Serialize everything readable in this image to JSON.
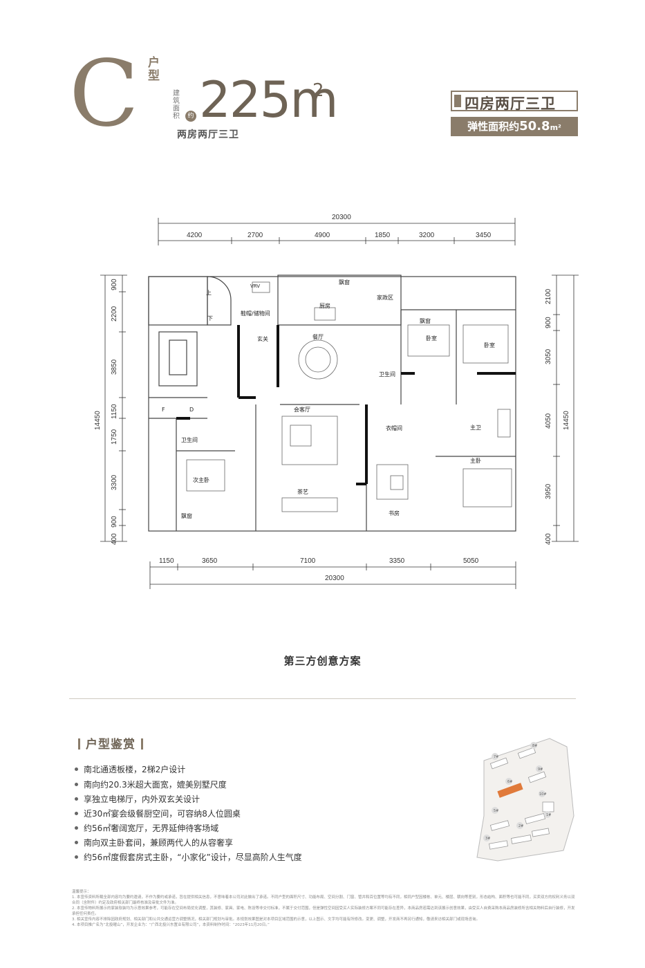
{
  "header": {
    "type_letter": "C",
    "type_label": "户型",
    "area_label": "建筑面积",
    "approx_label": "约",
    "area_value": "225m",
    "area_sup": "2",
    "original_layout": "两房两厅三卫",
    "rooms_layout": "四房两厅三卫",
    "flex_label": "弹性面积约",
    "flex_value": "50.8",
    "flex_unit": "m²"
  },
  "dimensions": {
    "top_total": "20300",
    "top_segments": [
      "4200",
      "2700",
      "4900",
      "1850",
      "3200",
      "3450"
    ],
    "bottom_segments": [
      "1150",
      "3650",
      "7100",
      "3350",
      "5050"
    ],
    "bottom_total": "20300",
    "left_segments": [
      "900",
      "2200",
      "3850",
      "1150",
      "1750",
      "3300",
      "900",
      "400"
    ],
    "left_total": "14450",
    "right_segments": [
      "2100",
      "900",
      "3050",
      "4050",
      "3950",
      "400"
    ],
    "right_total": "14450"
  },
  "rooms": {
    "up": "上",
    "down": "下",
    "vrv": "VRV",
    "shoe": "鞋帽/储物间",
    "bay_top": "飘窗",
    "kitchen": "厨房",
    "housekeeping": "家政区",
    "dining": "餐厅",
    "foyer": "玄关",
    "bay_bed1": "飘窗",
    "bedroom1": "卧室",
    "bedroom2": "卧室",
    "bath_mid": "卫生间",
    "f": "F",
    "d": "D",
    "bath_left": "卫生间",
    "living": "会客厅",
    "closet": "衣帽间",
    "master_bath": "主卫",
    "master_bed": "主卧",
    "second_master": "次主卧",
    "tea": "茶艺",
    "study": "书房",
    "bay_bottom": "飘窗"
  },
  "caption": "第三方创意方案",
  "section_title": "户型鉴赏",
  "features": [
    "南北通透板楼，2梯2户设计",
    "南向约20.3米超大面宽，媲美别墅尺度",
    "享独立电梯厅，内外双玄关设计",
    "近30㎡宴会级餐厨空间，可容纳8人位圆桌",
    "约56㎡奢阔宽厅，无界延伸待客场域",
    "南向双主卧套间，兼顾两代人的从容奢享",
    "约56㎡度假套房式主卧，“小家化”设计，尽显高阶人生气度"
  ],
  "site_plan": {
    "buildings": [
      "7#",
      "8#",
      "6#",
      "9#",
      "10#",
      "5#",
      "1#",
      "2#",
      "3#"
    ]
  },
  "disclaimer": [
    "温馨提示：",
    "1. 本宣传资料所载全部内容均为要约邀请，不作为要约或承诺，旨在提供相关信息，不意味着本公司对此做出了承诺。不同户型的面积尺寸、功能布局、空间分割、门窗、管井和百位置等均有不同，相同户型因楼栋、单元、楼层、朝向等差别，形态结构、面积等也可能不同，买卖双方的权利义务以双方签订的商品房买卖",
    "合同（含附件）约定及政府相关部门最终核准及审批文件为准。",
    "2. 本宣传物料所展示的家装软装均为示意效果参考，可能存在空间布局优化调整，其装修、家具、家电、陈设等非交付标准，不属于交付范围，但是弹性空间因受买人实际装修方案不同可能存在差异，本商品房若需达到该展示创意效果，由受买人自费采购本商品房装修所含相关物料后自行装修，开发商不",
    "承担任何责任。",
    "3. 相关宣传内容不排除因政府规划、相关部门和公共交通运营方调整情况，相关部门规划与审批。本规划效果图是对本项目区域范围的示意，以上图示、文字均可能有所修改。变更、调整，开发商不再另行通知，敬请来访相关部门或现场咨询。",
    "4. 本项目推广名为“北投曜山”，开发企业为：“广西北投兴东置业有限公司”，本资料制作时间：“2023年11月20日。”"
  ]
}
